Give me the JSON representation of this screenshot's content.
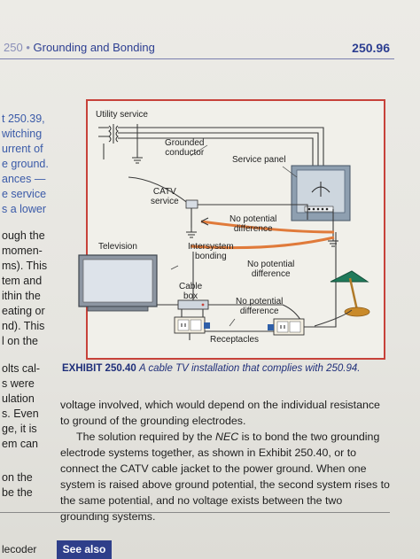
{
  "header": {
    "page_number": "250",
    "chapter": "Grounding and Bonding",
    "section": "250.96"
  },
  "left_column": {
    "lines_a": [
      "t 250.39,",
      "witching",
      "urrent of",
      "e ground.",
      "ances —",
      "e service",
      "s a lower"
    ],
    "lines_b": [
      "ough the",
      "momen-",
      "ms). This",
      "tem and",
      "ithin the",
      "eating or",
      "nd). This",
      "l on the"
    ],
    "lines_c": [
      "olts cal-",
      "s were",
      "ulation",
      "s. Even",
      "ge, it is",
      "em can"
    ],
    "lines_d": [
      "on the",
      "be the"
    ],
    "footer": "lecoder"
  },
  "figure": {
    "labels": {
      "utility_service": "Utility service",
      "grounded_conductor": "Grounded\nconductor",
      "service_panel": "Service panel",
      "catv_service": "CATV\nservice",
      "no_potential_1": "No potential\ndifference",
      "television": "Television",
      "intersystem_bonding": "Intersystem\nbonding",
      "no_potential_2": "No potential\ndifference",
      "cable_box": "Cable\nbox",
      "no_potential_3": "No potential\ndifference",
      "receptacles": "Receptacles"
    },
    "colors": {
      "frame": "#c7423a",
      "wire": "#3a3a3a",
      "orange": "#e07a3a",
      "panel": "#8e9fb0",
      "lamp": "#1f7a5a"
    }
  },
  "caption": {
    "exhibit": "EXHIBIT 250.40",
    "text_prefix": "A cable TV installation that complies with ",
    "text_ref": "250.94",
    "text_suffix": "."
  },
  "body": {
    "p1": "voltage involved, which would depend on the individual resistance to ground of the grounding electrodes.",
    "p2_a": "The solution required by the ",
    "p2_nec": "NEC",
    "p2_b": " is to bond the two grounding electrode systems together, as shown in Exhibit 250.40, or to connect the CATV cable jacket to the power ground. When one system is raised above ground potential, the second system rises to the same potential, and no voltage exists between the two grounding systems."
  },
  "footer": {
    "see_also": "See also"
  }
}
